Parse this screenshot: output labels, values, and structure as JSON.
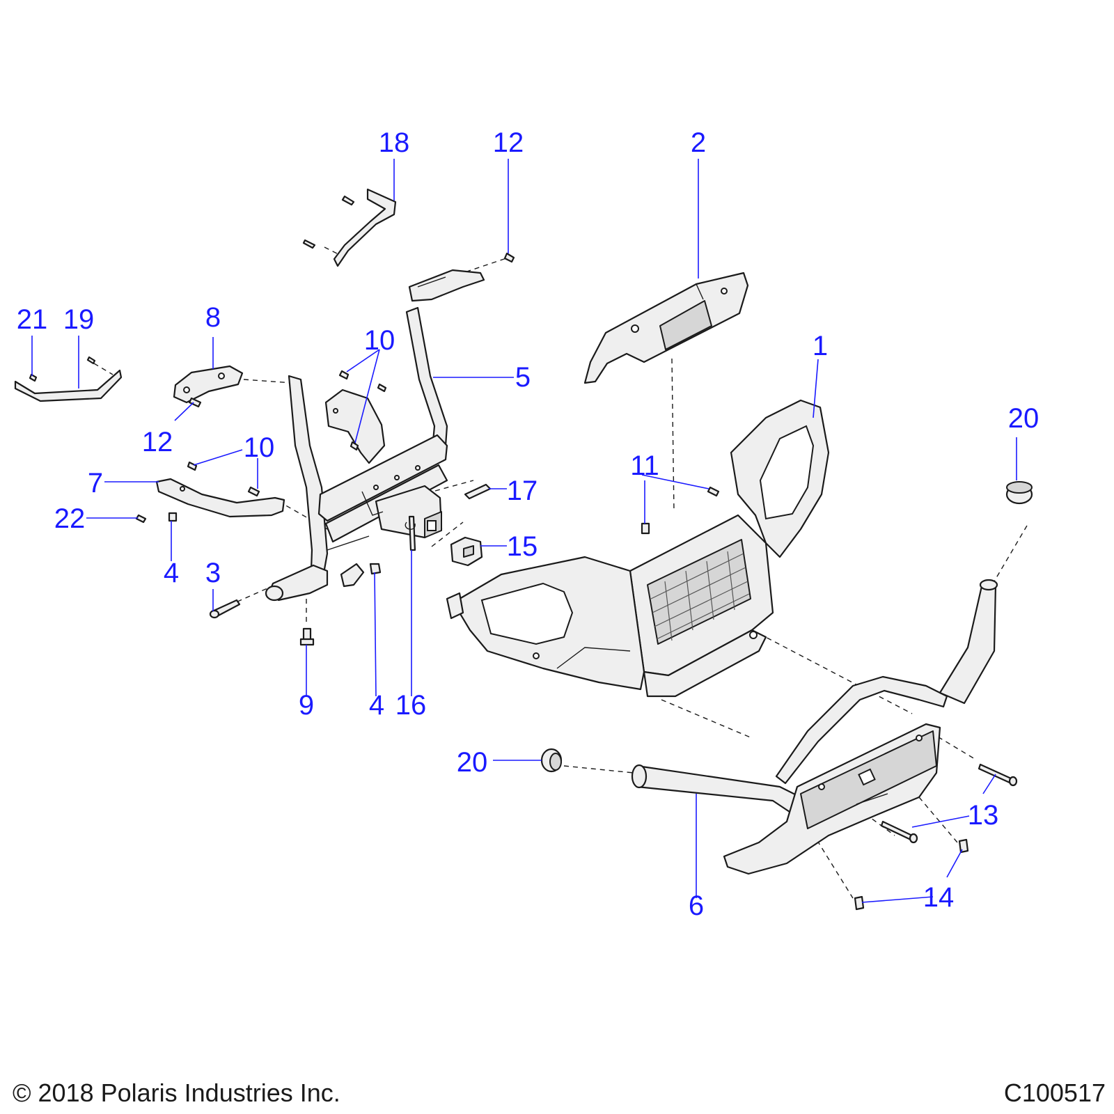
{
  "footer": {
    "copyright": "© 2018 Polaris Industries Inc.",
    "figure_id": "C100517"
  },
  "callouts": {
    "c1": "1",
    "c2": "2",
    "c3": "3",
    "c4a": "4",
    "c4b": "4",
    "c5": "5",
    "c6": "6",
    "c7": "7",
    "c8": "8",
    "c9": "9",
    "c10a": "10",
    "c10b": "10",
    "c11": "11",
    "c12a": "12",
    "c12b": "12",
    "c13": "13",
    "c14": "14",
    "c15": "15",
    "c16": "16",
    "c17": "17",
    "c18": "18",
    "c19": "19",
    "c20a": "20",
    "c20b": "20",
    "c21": "21",
    "c22": "22"
  },
  "colors": {
    "callout": "#1a1aff",
    "linework": "#1a1a1a",
    "part_fill": "#efefef"
  }
}
